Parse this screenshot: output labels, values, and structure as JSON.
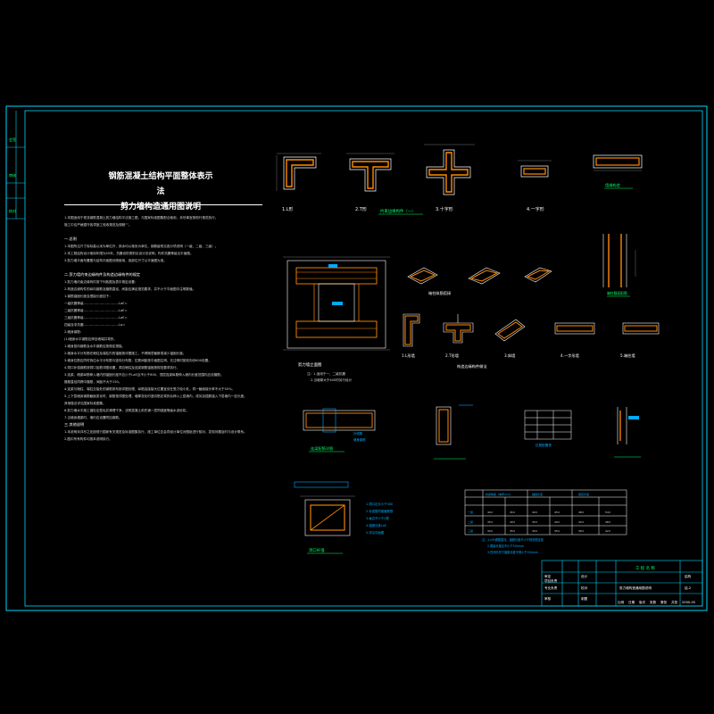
{
  "sheet": {
    "title_lines": [
      "钢筋混凝土结构平面整体表示法",
      "剪力墙构造通用图说明"
    ],
    "left_strip_labels": [
      "会签",
      "审核",
      "校对"
    ]
  },
  "notes": [
    "1.本图适用于现浇钢筋混凝土剪力墙结构平法施工图，与国家标准图集配合使用，未尽事宜按现行规范执行。",
    "施工中应严格遵守各项施工验收规范及规程“”。",
    "一.总则",
    "1.本图所注尺寸除标高以米为单位外，其余均以毫米为单位，钢筋级别见各分项说明（一级、二级、三级）。",
    "2.本工程结构设计使用年限为50年，抗震设防类别见设计总说明，构件抗震等级见平面图。",
    "3.剪力墙平面布置图与结构平面图对照使用，各部位尺寸以平面图为准。",
    "二.剪力墙约束边缘构件及构造边缘构件的规定",
    "1.剪力墙约束边缘构件按下列各图及表中规定设置：",
    "2.构造边缘构件的纵向钢筋及箍筋直径、间距应满足规范要求，并不小于平面图中注明数值。",
    "1.钢筋锚固长度及搭接长度如下：",
    "一级抗震等级……………………………LaE=",
    "二级抗震等级……………………………LaE=",
    "三级抗震等级……………………………LaE=",
    "四级及非抗震……………………………La=",
    "2.墙身钢筋：",
    "(1)墙身水平钢筋应伸至墙端并弯折。",
    "1.墙身竖向钢筋及水平钢筋应按规定搭接。",
    "2.墙身水平分布筋在暗柱及端柱内的锚固按详图施工，不得随意截断或减少锚固长度。",
    "3.墙身拉筋应同时钩住水平分布筋与竖向分布筋，拉筋间距按平面图注明，无注明时按双向@600设置。",
    "4.洞口补强钢筋按洞口加筋详图设置，洞边暗柱及连梁钢筋锚固按规范要求执行。",
    "3.连梁、暗梁纵筋伸入墙内的锚固长度不应小于LaE且不小于600，顶层连梁纵筋伸入墙内长度范围内应设箍筋；",
    "箍筋直径同跨中箍筋，间距不大于150。",
    "4.连梁与暗柱、端柱交接处的钢筋排布按详图处理，纵筋连接接头位置宜设在受力较小处，同一截面接头率不大于50%。",
    "5.上下层墙身钢筋截面变化时，钢筋按详图处理，墙厚变化时竖向筋应弯折后伸入上层墙内，或另加插筋锚入下层墙内一定长度。",
    "   其他做法详见国家标准图集。",
    "6.剪力墙水平施工缝处应凿毛并清理干净，浇筑混凝土前先铺一层同强度等级水泥砂浆。",
    "7.当墙身遇梁时，墙内应设置附加钢筋。",
    "三.其他说明",
    "1.本说明未详尽之处按现行国家有关规范及标准图集执行，施工单位应会同设计单位对图纸进行核对，发现问题及时与设计联系。",
    "2.图中所有构件均按本说明执行。"
  ],
  "captions": {
    "c1": "1.L形",
    "c2": "2.T形",
    "c3": "3.十字形",
    "c4": "4.一字形",
    "g1": "约束边缘构件（一）",
    "wall_elev": "剪力墙立面图",
    "lap": "暗柱纵筋搭接",
    "d1": "1.L形墙",
    "d2": "2.T形墙",
    "d3": "3.斜墙",
    "d4": "4.一字形墙",
    "d5": "5.端柱墙",
    "g2": "构造边缘构件做法",
    "n1": "注：1.适用于一、二级抗震",
    "n2": "2.当墙厚大于400时另行设计",
    "conn_beam": "连梁配筋详图",
    "col_sec": "端柱截面配筋",
    "table_title": "拉筋配置表",
    "wall_end": "墙端构造",
    "opening": "洞口补强筋详图",
    "open_notes": [
      "1.洞口边长小于300",
      "2.补强筋同被截断筋",
      "3.每边不少于2根",
      "4.锚固长度LaE",
      "5.详见平面图"
    ],
    "cap_opening": "洞口补强",
    "lab_a": "补强筋",
    "lab_b": "墙身钢筋",
    "big_table_head": [
      "抗震等级（墙厚mm）",
      "锚固长度",
      "搭接长度"
    ],
    "big_table_rows": [
      [
        "一级",
        "40d",
        "45d",
        "40d",
        "45d",
        "48d",
        "54d"
      ],
      [
        "二级",
        "35d",
        "40d",
        "35d",
        "40d",
        "42d",
        "48d"
      ],
      [
        "三级",
        "30d",
        "35d",
        "30d",
        "35d",
        "36d",
        "42d"
      ]
    ],
    "big_table_notes": [
      "注：1.d为钢筋直径，锚固长度不小于规范规定值",
      "2.搭接长度应不小于300mm",
      "3.任何情况下锚固长度不得小于250mm"
    ]
  },
  "title_block": {
    "company": "工 程 名 称",
    "drawing_title": "剪力墙构造通用图说明",
    "code": "结构",
    "number": "结-2",
    "row_labels": [
      "审定",
      "项目负责",
      "专业负责",
      "审核"
    ],
    "row_labels2": [
      "设计",
      "校对",
      "制图"
    ],
    "bottom_cells": [
      "比例",
      "日期",
      "版次",
      "张数",
      "第张",
      "共张",
      "2000-05"
    ],
    "date": "2000.05"
  },
  "colors": {
    "background": "#000000",
    "frame": "#00d7ff",
    "line": "#ffffff",
    "rebar": "#ff8a00",
    "caption": "#00ff66",
    "dim": "#8c8c8c",
    "accent": "#00aaff"
  }
}
